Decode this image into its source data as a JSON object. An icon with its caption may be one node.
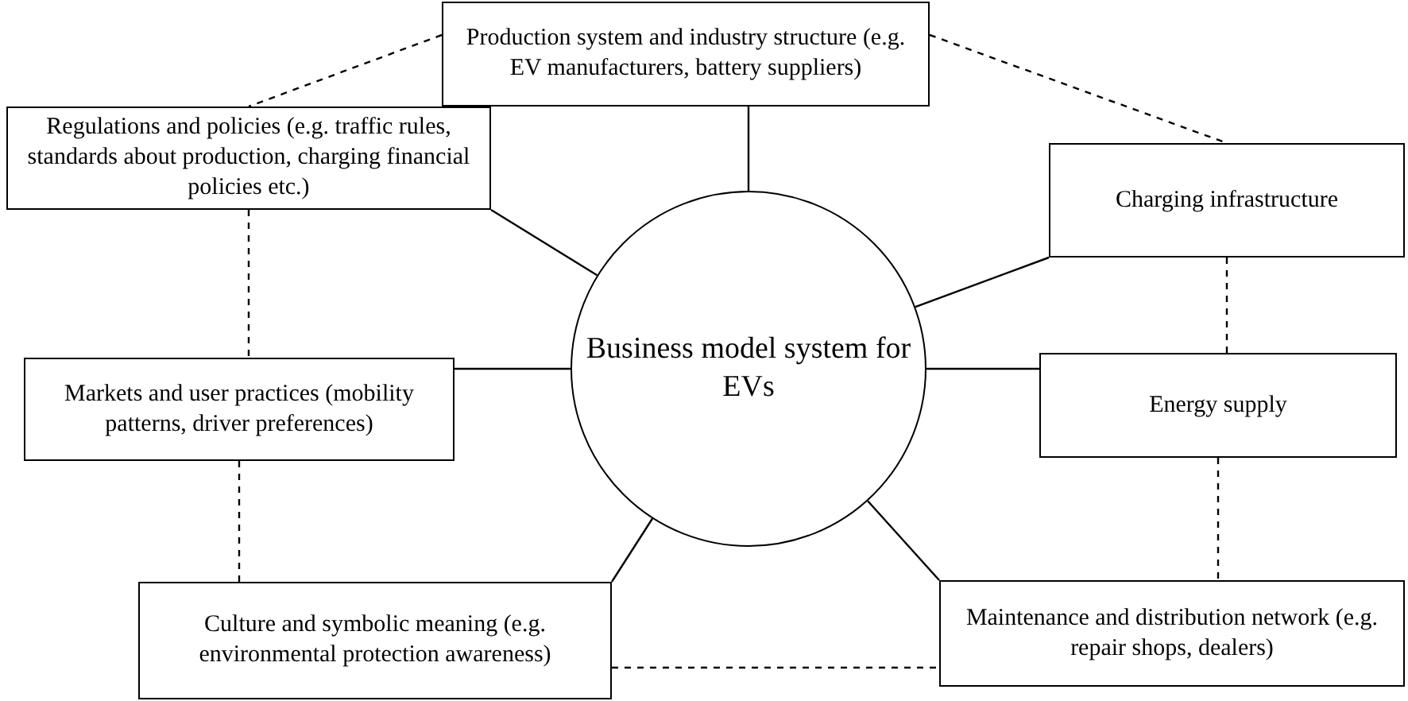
{
  "diagram": {
    "nodes": [
      {
        "text": [
          "Business model system for EVs"
        ]
      },
      {
        "text": [
          "Production system and industry structure (e.g. EV manufacturers, battery suppliers)"
        ]
      },
      {
        "text": [
          "Regulations and policies (e.g. traffic rules, standards about production, charging financial policies etc.)"
        ]
      },
      {
        "text": [
          "Charging infrastructure"
        ]
      },
      {
        "text": [
          "Markets and user practices (mobility patterns, driver preferences)"
        ]
      },
      {
        "text": [
          "Energy supply"
        ]
      },
      {
        "text": [
          "Culture and symbolic meaning (e.g. environmental protection awareness)"
        ]
      },
      {
        "text": [
          "Maintenance and distribution network (e.g. repair shops, dealers)"
        ]
      }
    ],
    "edges": [
      {
        "from": 0,
        "to": 1,
        "arrow": "none"
      },
      {
        "from": 0,
        "to": 2,
        "arrow": "none"
      },
      {
        "from": 0,
        "to": 3,
        "arrow": "none"
      },
      {
        "from": 0,
        "to": 4,
        "arrow": "none"
      },
      {
        "from": 0,
        "to": 5,
        "arrow": "none"
      },
      {
        "from": 0,
        "to": 6,
        "arrow": "none"
      },
      {
        "from": 0,
        "to": 7,
        "arrow": "none"
      },
      {
        "from": 1,
        "to": 2,
        "arrow": "none",
        "style": "dashed"
      },
      {
        "from": 1,
        "to": 3,
        "arrow": "none",
        "style": "dashed"
      },
      {
        "from": 2,
        "to": 4,
        "arrow": "none",
        "style": "dashed"
      },
      {
        "from": 3,
        "to": 5,
        "arrow": "none",
        "style": "dashed"
      },
      {
        "from": 4,
        "to": 6,
        "arrow": "none",
        "style": "dashed"
      },
      {
        "from": 5,
        "to": 7,
        "arrow": "none",
        "style": "dashed"
      },
      {
        "from": 6,
        "to": 7,
        "arrow": "none",
        "style": "dashed"
      }
    ]
  }
}
